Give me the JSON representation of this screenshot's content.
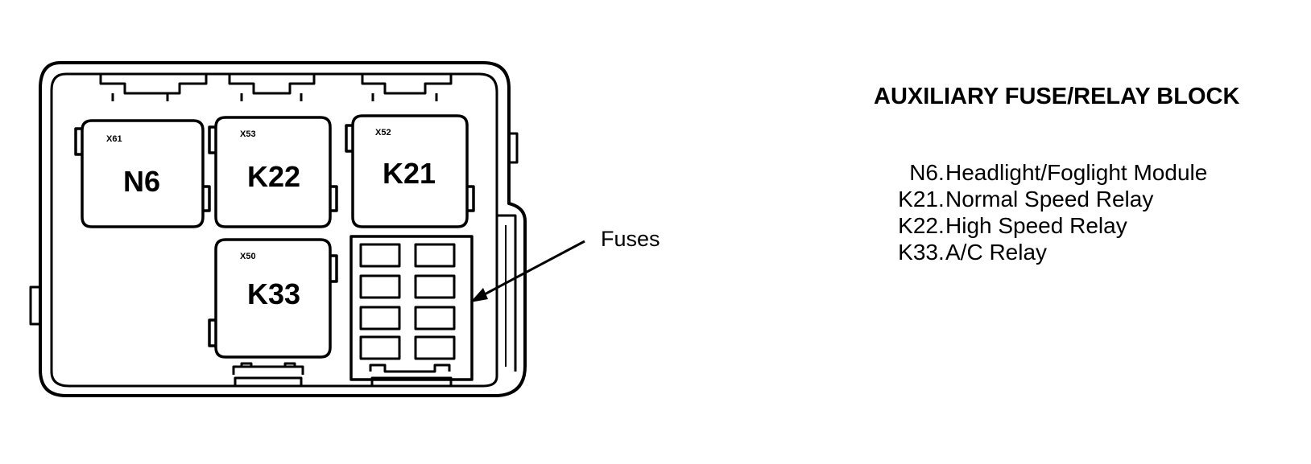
{
  "title": "AUXILIARY FUSE/RELAY BLOCK",
  "relays": [
    {
      "id": "N6",
      "socket": "X61"
    },
    {
      "id": "K22",
      "socket": "X53"
    },
    {
      "id": "K21",
      "socket": "X52"
    },
    {
      "id": "K33",
      "socket": "X50"
    }
  ],
  "fuses_label": "Fuses",
  "legend": [
    {
      "code": "N6",
      "description": "Headlight/Foglight Module"
    },
    {
      "code": "K21",
      "description": "Normal Speed Relay"
    },
    {
      "code": "K22",
      "description": "High Speed Relay"
    },
    {
      "code": "K33",
      "description": "A/C Relay"
    }
  ]
}
